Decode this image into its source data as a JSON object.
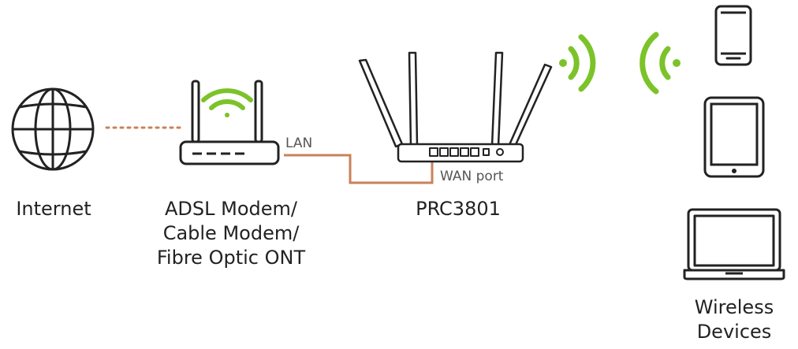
{
  "labels": {
    "internet": "Internet",
    "modem_line1": "ADSL Modem/",
    "modem_line2": "Cable Modem/",
    "modem_line3": "Fibre Optic ONT",
    "router": "PRC3801",
    "lan": "LAN",
    "wan": "WAN port",
    "wireless_line1": "Wireless",
    "wireless_line2": "Devices"
  },
  "colors": {
    "outline": "#222222",
    "cable": "#c9825a",
    "wifi": "#7cc32a"
  },
  "icons": [
    "globe-icon",
    "modem-icon",
    "router-icon",
    "phone-icon",
    "tablet-icon",
    "laptop-icon",
    "wifi-signal-icon"
  ]
}
